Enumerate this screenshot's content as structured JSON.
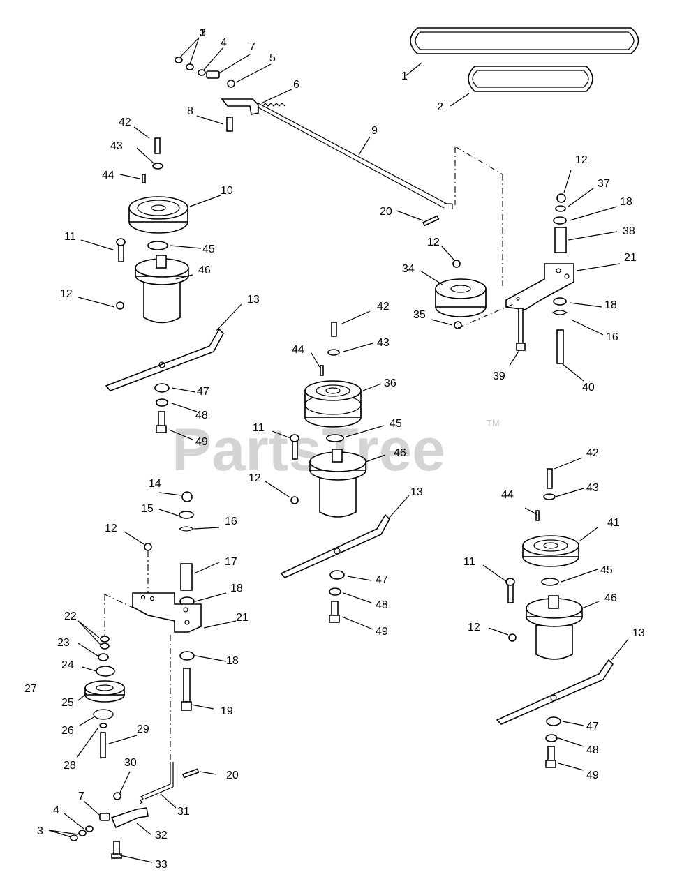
{
  "watermark": {
    "text": "PartsTree",
    "tm": "TM"
  },
  "callouts": [
    "1",
    "2",
    "3",
    "3",
    "4",
    "4",
    "5",
    "6",
    "7",
    "7",
    "8",
    "9",
    "10",
    "11",
    "11",
    "11",
    "12",
    "12",
    "12",
    "12",
    "12",
    "12",
    "12",
    "13",
    "13",
    "13",
    "14",
    "15",
    "16",
    "16",
    "17",
    "18",
    "18",
    "18",
    "18",
    "19",
    "20",
    "20",
    "21",
    "21",
    "22",
    "23",
    "24",
    "25",
    "26",
    "27",
    "28",
    "29",
    "30",
    "31",
    "32",
    "33",
    "34",
    "35",
    "36",
    "37",
    "38",
    "39",
    "40",
    "41",
    "42",
    "42",
    "42",
    "43",
    "43",
    "43",
    "44",
    "44",
    "44",
    "45",
    "45",
    "45",
    "46",
    "46",
    "46",
    "47",
    "47",
    "47",
    "48",
    "48",
    "48",
    "49",
    "49",
    "49"
  ],
  "parts": [
    {
      "number": "1",
      "name": "belt-large"
    },
    {
      "number": "2",
      "name": "belt-small"
    },
    {
      "number": "9",
      "name": "tension-rod"
    },
    {
      "number": "10",
      "name": "pulley-left"
    },
    {
      "number": "13",
      "name": "blade"
    },
    {
      "number": "21",
      "name": "idler-bracket"
    },
    {
      "number": "31",
      "name": "rod-lower"
    },
    {
      "number": "34",
      "name": "idler-pulley"
    },
    {
      "number": "36",
      "name": "pulley-center-double"
    },
    {
      "number": "41",
      "name": "pulley-right"
    },
    {
      "number": "46",
      "name": "spindle-housing"
    }
  ]
}
